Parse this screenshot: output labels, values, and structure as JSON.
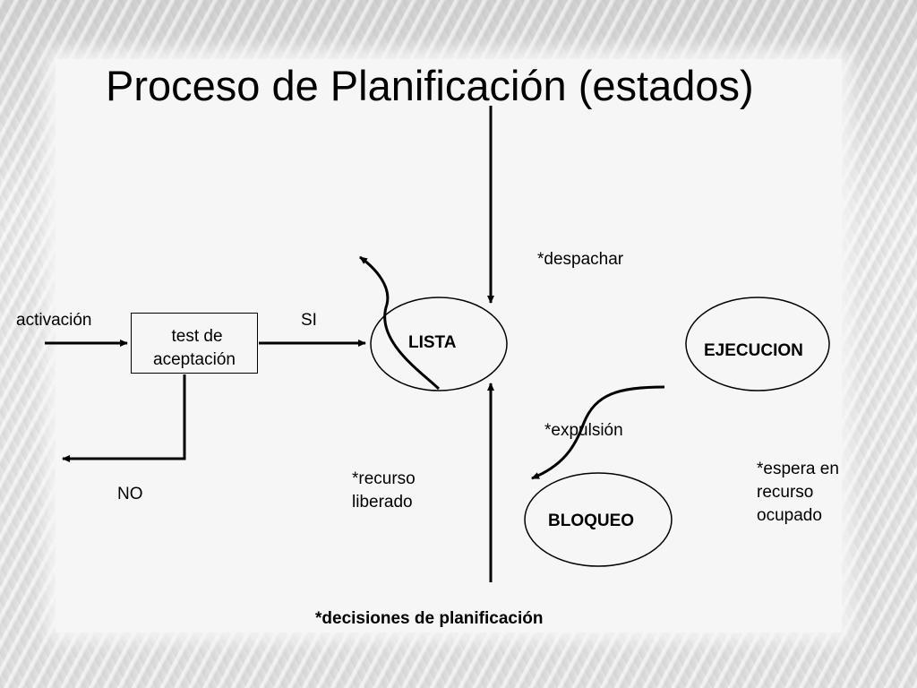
{
  "slide": {
    "title": "Proceso de Planificación (estados)"
  },
  "diagram": {
    "test_box": {
      "line1": "test de",
      "line2": "aceptación"
    },
    "states": {
      "lista": "LISTA",
      "ejecucion": "EJECUCION",
      "bloqueo": "BLOQUEO"
    },
    "labels": {
      "activacion": "activación",
      "si": "SI",
      "no": "NO",
      "despachar": "*despachar",
      "expulsion": "*expulsión",
      "recurso_liberado_1": "*recurso",
      "recurso_liberado_2": "liberado",
      "espera_1": "*espera en",
      "espera_2": "recurso",
      "espera_3": "ocupado",
      "decisiones": "*decisiones de planificación"
    }
  }
}
